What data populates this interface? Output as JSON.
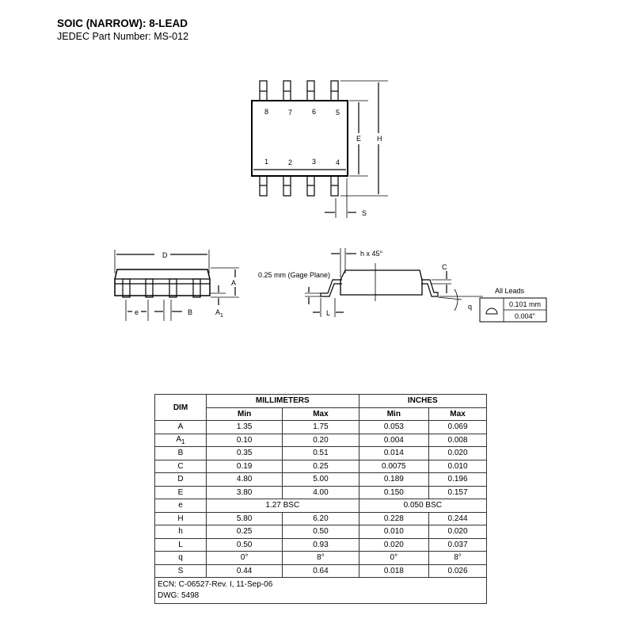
{
  "title": "SOIC (NARROW): 8-LEAD",
  "subtitle": "JEDEC Part Number: MS-012",
  "drawing": {
    "pins_top": [
      "8",
      "7",
      "6",
      "5"
    ],
    "pins_bottom": [
      "1",
      "2",
      "3",
      "4"
    ],
    "labels": {
      "E": "E",
      "H": "H",
      "S": "S",
      "D": "D",
      "A": "A",
      "A1": "A",
      "A1_sub": "1",
      "e": "e",
      "B": "B",
      "h": "h x 45°",
      "gage": "0.25 mm (Gage Plane)",
      "C": "C",
      "L": "L",
      "q": "q",
      "all_leads": "All Leads",
      "coplan_mm": "0.101 mm",
      "coplan_in": "0.004\""
    }
  },
  "table": {
    "headers": {
      "dim": "DIM",
      "mm": "MILLIMETERS",
      "in": "INCHES",
      "min": "Min",
      "max": "Max"
    },
    "rows": [
      {
        "dim": "A",
        "mm_min": "1.35",
        "mm_max": "1.75",
        "in_min": "0.053",
        "in_max": "0.069"
      },
      {
        "dim": "A",
        "sub": "1",
        "mm_min": "0.10",
        "mm_max": "0.20",
        "in_min": "0.004",
        "in_max": "0.008"
      },
      {
        "dim": "B",
        "mm_min": "0.35",
        "mm_max": "0.51",
        "in_min": "0.014",
        "in_max": "0.020"
      },
      {
        "dim": "C",
        "mm_min": "0.19",
        "mm_max": "0.25",
        "in_min": "0.0075",
        "in_max": "0.010"
      },
      {
        "dim": "D",
        "mm_min": "4.80",
        "mm_max": "5.00",
        "in_min": "0.189",
        "in_max": "0.196"
      },
      {
        "dim": "E",
        "mm_min": "3.80",
        "mm_max": "4.00",
        "in_min": "0.150",
        "in_max": "0.157"
      },
      {
        "dim": "e",
        "mm_bsc": "1.27 BSC",
        "in_bsc": "0.050 BSC"
      },
      {
        "dim": "H",
        "mm_min": "5.80",
        "mm_max": "6.20",
        "in_min": "0.228",
        "in_max": "0.244"
      },
      {
        "dim": "h",
        "mm_min": "0.25",
        "mm_max": "0.50",
        "in_min": "0.010",
        "in_max": "0.020"
      },
      {
        "dim": "L",
        "mm_min": "0.50",
        "mm_max": "0.93",
        "in_min": "0.020",
        "in_max": "0.037"
      },
      {
        "dim": "q",
        "mm_min": "0°",
        "mm_max": "8°",
        "in_min": "0°",
        "in_max": "8°"
      },
      {
        "dim": "S",
        "mm_min": "0.44",
        "mm_max": "0.64",
        "in_min": "0.018",
        "in_max": "0.026"
      }
    ],
    "ecn": "ECN: C-06527-Rev. I, 11-Sep-06",
    "dwg": "DWG: 5498"
  }
}
